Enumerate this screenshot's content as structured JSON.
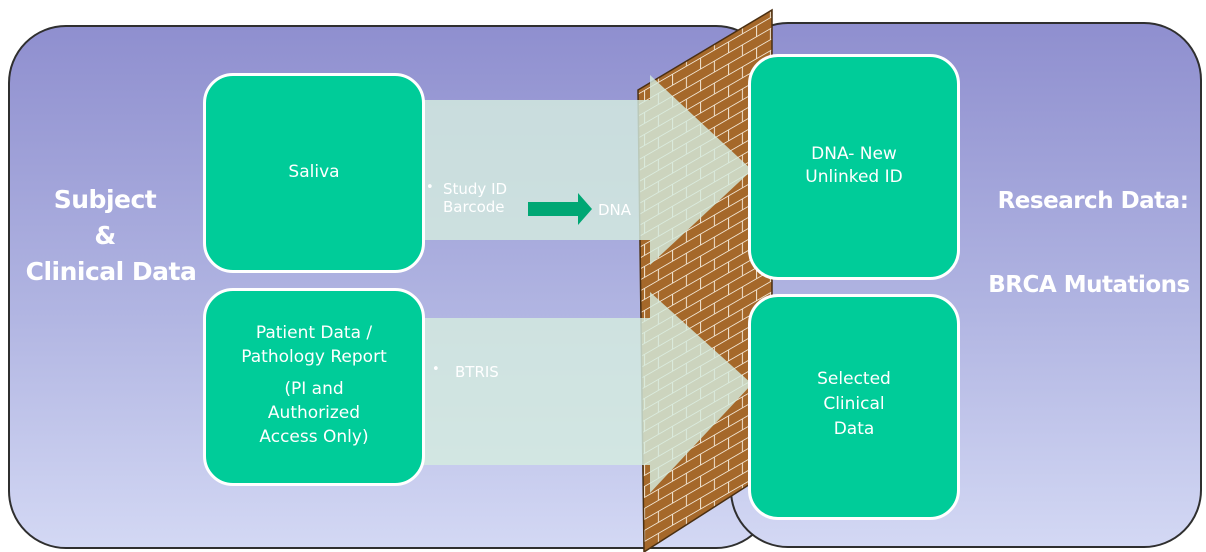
{
  "left_label": {
    "line1": "Subject",
    "line2": "&",
    "line3": "Clinical Data"
  },
  "right_label": {
    "line1": "Research Data:",
    "line2": "BRCA Mutations"
  },
  "boxes": {
    "saliva": "Saliva",
    "patient": {
      "line1": "Patient Data /",
      "line2": "Pathology Report",
      "line3": "(PI and",
      "line4": "Authorized",
      "line5": "Access Only)"
    },
    "dna": {
      "line1": "DNA- New",
      "line2": "Unlinked ID"
    },
    "selected": {
      "line1": "Selected",
      "line2": "Clinical",
      "line3": "Data"
    }
  },
  "bullets": {
    "study_line1": "Study ID",
    "study_line2": "Barcode",
    "dna_target": "DNA",
    "btris": "BTRIS"
  },
  "colors": {
    "box_green": "#00cc99",
    "panel_top": "#8f8fcf",
    "panel_bottom": "#d3d8f4",
    "wall_brown": "#a5682a",
    "arrow_mint": "#d4ecdf",
    "flow_arrow": "#00a774"
  }
}
